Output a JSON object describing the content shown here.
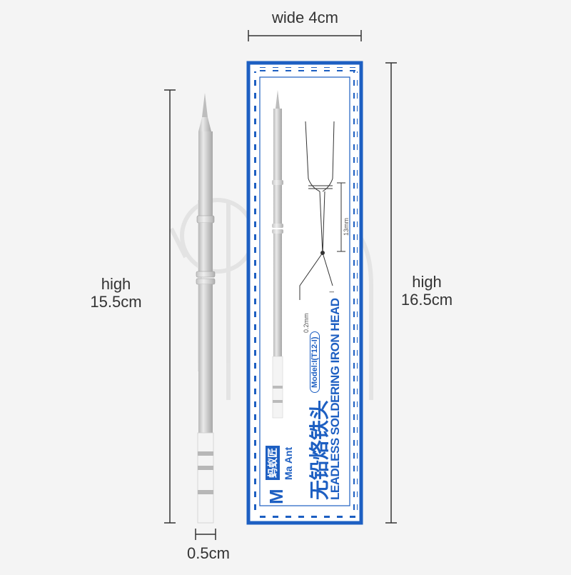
{
  "dimensions": {
    "width_label": "wide 4cm",
    "tip_height_label": [
      "high",
      "15.5cm"
    ],
    "box_height_label": [
      "high",
      "16.5cm"
    ],
    "diameter_label": "0.5cm"
  },
  "package": {
    "brand_cn": "蚂蚁匠",
    "brand_en": "Ma Ant",
    "title_cn": "无铅烙铁头",
    "title_en": "LEADLESS SOLDERING IRON HEAD",
    "model": "Model:I(T12-I)",
    "tip_length": "13mm",
    "tip_width": "0.2mm",
    "tip_type": "I",
    "accent_color": "#1d5fc2"
  }
}
